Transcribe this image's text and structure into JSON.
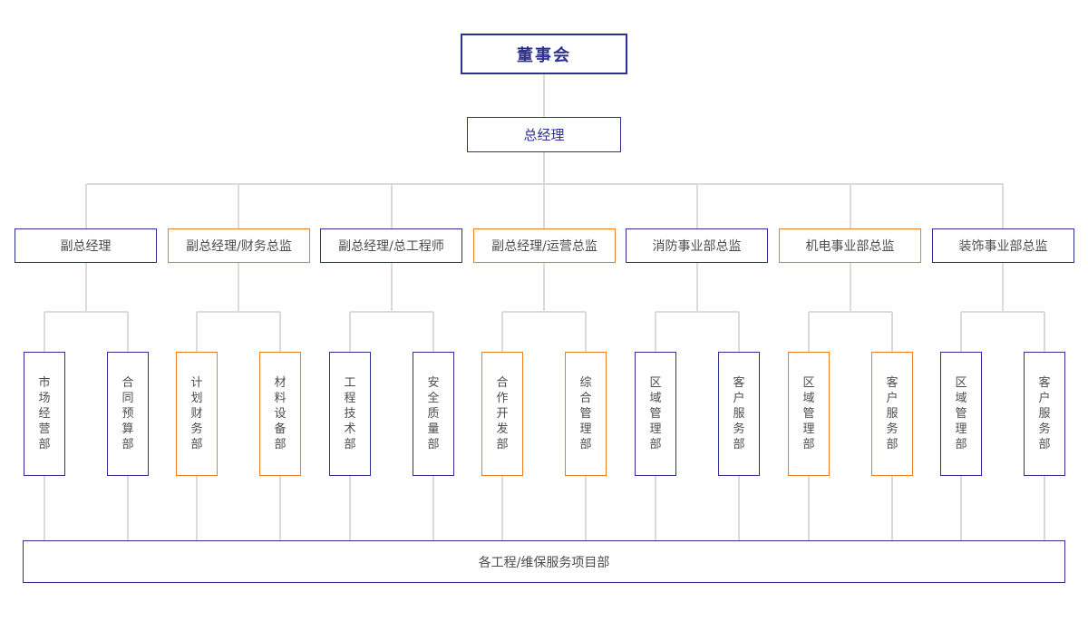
{
  "colors": {
    "navy_border": "#2e3191",
    "orange_border": "#f07d1d",
    "connector_gray": "#dbdbdb",
    "body_text_gray": "#4d4d4d",
    "title_text_navy": "#2e3191",
    "background": "#ffffff"
  },
  "chart": {
    "board": {
      "label": "董事会"
    },
    "general_manager": {
      "label": "总经理"
    },
    "executives": [
      {
        "label": "副总经理",
        "variant": "navy"
      },
      {
        "label": "副总经理/财务总监",
        "variant": "orange"
      },
      {
        "label": "副总经理/总工程师",
        "variant": "navy"
      },
      {
        "label": "副总经理/运营总监",
        "variant": "orange"
      },
      {
        "label": "消防事业部总监",
        "variant": "navy"
      },
      {
        "label": "机电事业部总监",
        "variant": "orange"
      },
      {
        "label": "装饰事业部总监",
        "variant": "navy"
      }
    ],
    "departments": [
      {
        "label": "市场经营部",
        "variant": "navy"
      },
      {
        "label": "合同预算部",
        "variant": "navy"
      },
      {
        "label": "计划财务部",
        "variant": "orange"
      },
      {
        "label": "材料设备部",
        "variant": "orange"
      },
      {
        "label": "工程技术部",
        "variant": "navy"
      },
      {
        "label": "安全质量部",
        "variant": "navy"
      },
      {
        "label": "合作开发部",
        "variant": "orange"
      },
      {
        "label": "综合管理部",
        "variant": "orange"
      },
      {
        "label": "区域管理部",
        "variant": "navy"
      },
      {
        "label": "客户服务部",
        "variant": "navy"
      },
      {
        "label": "区域管理部",
        "variant": "orange"
      },
      {
        "label": "客户服务部",
        "variant": "orange"
      },
      {
        "label": "区域管理部",
        "variant": "navy"
      },
      {
        "label": "客户服务部",
        "variant": "navy"
      }
    ],
    "projects": {
      "label": "各工程/维保服务项目部"
    }
  }
}
